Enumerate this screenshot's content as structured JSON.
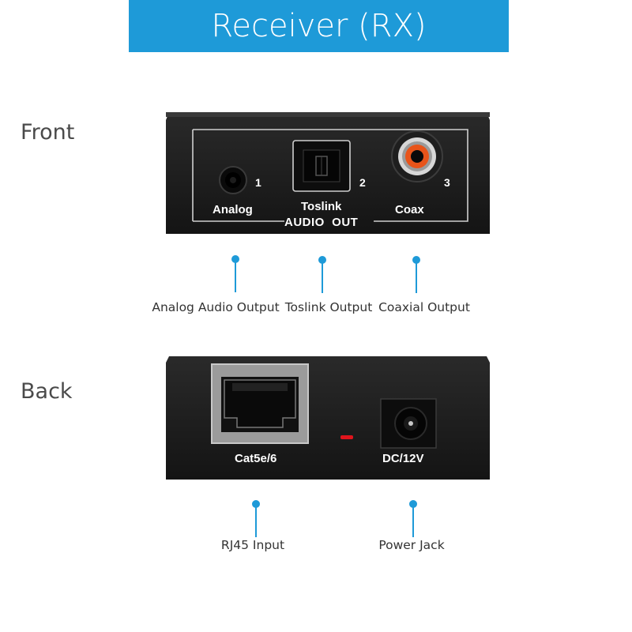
{
  "title": "Receiver (RX)",
  "sections": {
    "front": {
      "label": "Front"
    },
    "back": {
      "label": "Back"
    }
  },
  "front_panel": {
    "ports": [
      {
        "label": "Analog",
        "number": "1",
        "icon": "3.5mm-jack-icon"
      },
      {
        "label": "Toslink",
        "number": "2",
        "icon": "optical-port-icon"
      },
      {
        "label": "Coax",
        "number": "3",
        "icon": "rca-port-icon"
      }
    ],
    "group_label": "AUDIO  OUT"
  },
  "front_callouts": [
    "Analog Audio Output",
    "Toslink Output",
    "Coaxial Output"
  ],
  "back_panel": {
    "rj45_label": "Cat5e/6",
    "power_label": "DC/12V",
    "led_color": "#e0141c"
  },
  "back_callouts": [
    "RJ45 Input",
    "Power Jack"
  ],
  "colors": {
    "accent": "#1e9ad8",
    "device_body": "#1a1a1a"
  }
}
